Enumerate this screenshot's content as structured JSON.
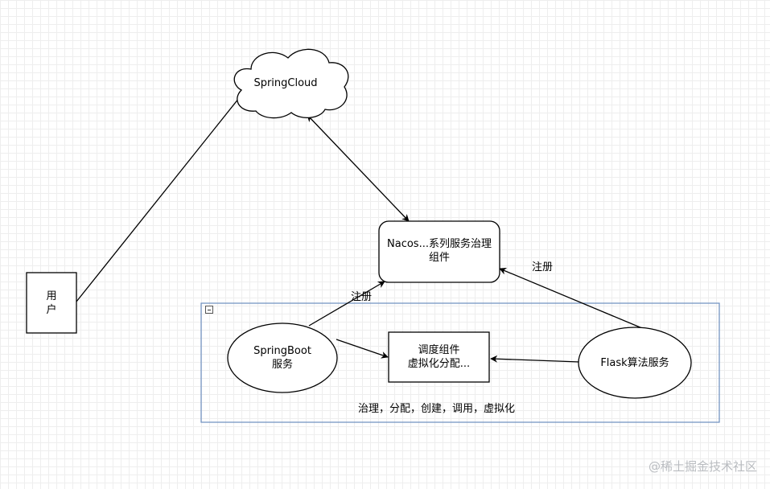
{
  "nodes": {
    "cloud": {
      "label": "SpringCloud"
    },
    "user": {
      "label_line1": "用",
      "label_line2": "户"
    },
    "nacos": {
      "label_line1": "Nacos...系列服务治理",
      "label_line2": "组件"
    },
    "springboot": {
      "label_line1": "SpringBoot",
      "label_line2": "服务"
    },
    "scheduler": {
      "label_line1": "调度组件",
      "label_line2": "虚拟化分配..."
    },
    "flask": {
      "label": "Flask算法服务"
    }
  },
  "edges": {
    "register_left": "注册",
    "register_right": "注册"
  },
  "container": {
    "caption": "治理，分配，创建，调用，虚拟化"
  },
  "watermark": "@稀土掘金技术社区",
  "colors": {
    "grid": "#eeeeee",
    "container_border": "#6c8ebf",
    "stroke": "#000000",
    "watermark": "#b9bcc0"
  }
}
